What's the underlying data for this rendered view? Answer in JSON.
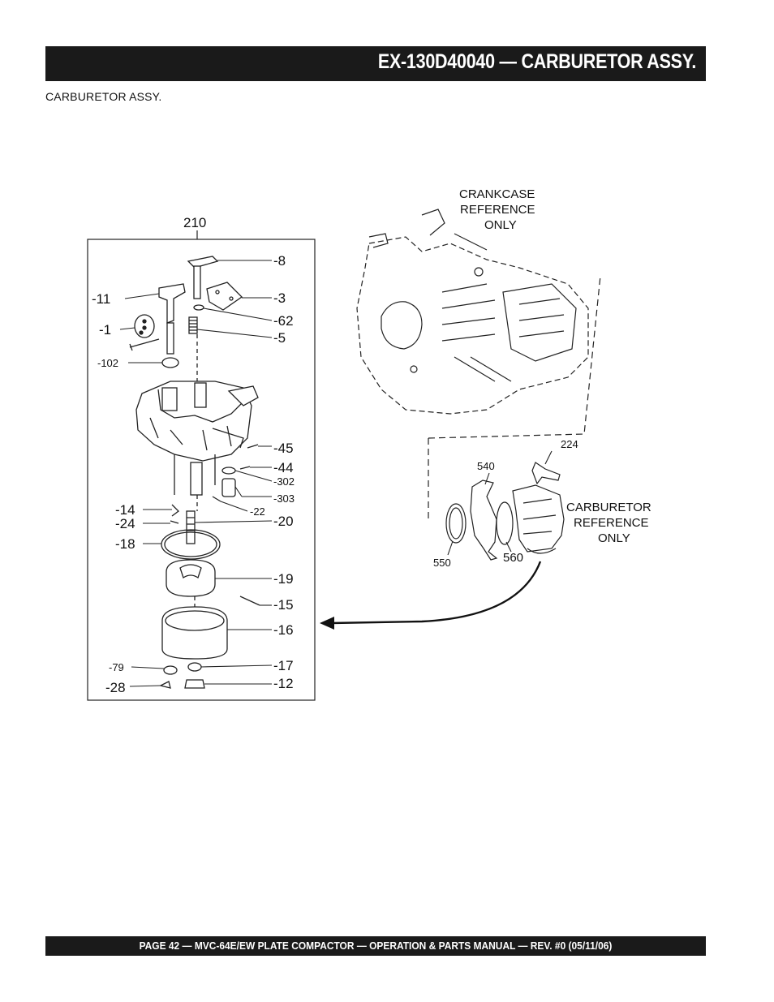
{
  "header": {
    "title": "EX-130D40040 — CARBURETOR ASSY."
  },
  "section": {
    "subtitle": "CARBURETOR  ASSY."
  },
  "diagram": {
    "assembly_number": "210",
    "crankcase_note": [
      "CRANKCASE",
      "REFERENCE",
      "ONLY"
    ],
    "carburetor_note": [
      "CARBURETOR",
      "REFERENCE",
      "ONLY"
    ],
    "right_callouts": [
      "-8",
      "-3",
      "-62",
      "-5",
      "-45",
      "-44",
      "-302",
      "-303",
      "-22",
      "-20",
      "-19",
      "-15",
      "-16",
      "-17",
      "-12"
    ],
    "left_callouts": [
      "-11",
      "-1",
      "-102",
      "-14",
      "-24",
      "-18",
      "-79",
      "-28"
    ],
    "reference_callouts": [
      "224",
      "540",
      "550",
      "560"
    ]
  },
  "footer": {
    "text": "PAGE 42 —  MVC-64E/EW PLATE COMPACTOR —  OPERATION & PARTS  MANUAL — REV. #0 (05/11/06)"
  }
}
